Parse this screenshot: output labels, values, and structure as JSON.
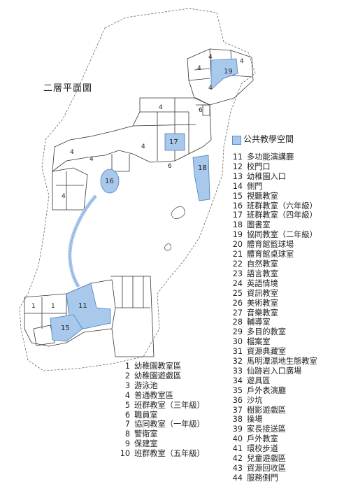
{
  "title": "二層平面圖",
  "legend": {
    "label": "公共教學空間",
    "color": "#a9c9ec"
  },
  "room_labels": {
    "r4a": "4",
    "r4b": "4",
    "r19": "19",
    "r4c": "4",
    "r4d": "4",
    "r6a": "6",
    "r4e": "4",
    "r17": "17",
    "r4f": "4",
    "r6b": "6",
    "r18": "18",
    "r4g": "4",
    "r4h": "4",
    "r16": "16",
    "r4i": "4",
    "r1a": "1",
    "r1b": "1",
    "r11": "11",
    "r15": "15"
  },
  "list_right": [
    {
      "num": "11",
      "label": "多功能演講廳"
    },
    {
      "num": "12",
      "label": "校門口"
    },
    {
      "num": "13",
      "label": "幼稚園入口"
    },
    {
      "num": "14",
      "label": "側門"
    },
    {
      "num": "15",
      "label": "視聽教室"
    },
    {
      "num": "16",
      "label": "班群教室（六年級）"
    },
    {
      "num": "17",
      "label": "班群教室（四年級）"
    },
    {
      "num": "18",
      "label": "圖書室"
    },
    {
      "num": "19",
      "label": "協同教室（二年級）"
    },
    {
      "num": "20",
      "label": "體育館籃球場"
    },
    {
      "num": "21",
      "label": "體育館桌球室"
    },
    {
      "num": "22",
      "label": "自然教室"
    },
    {
      "num": "23",
      "label": "語言教室"
    },
    {
      "num": "24",
      "label": "英語情境"
    },
    {
      "num": "25",
      "label": "資訊教室"
    },
    {
      "num": "26",
      "label": "美術教室"
    },
    {
      "num": "27",
      "label": "音樂教室"
    },
    {
      "num": "28",
      "label": "輔導室"
    },
    {
      "num": "29",
      "label": "多目的教室"
    },
    {
      "num": "30",
      "label": "檔案室"
    },
    {
      "num": "31",
      "label": "資源典藏室"
    },
    {
      "num": "32",
      "label": "馬明潭濕地生態教室"
    },
    {
      "num": "33",
      "label": "仙跡岩入口廣場"
    },
    {
      "num": "34",
      "label": "遊具區"
    },
    {
      "num": "35",
      "label": "戶外表演廳"
    },
    {
      "num": "36",
      "label": "沙坑"
    },
    {
      "num": "37",
      "label": "樹影遊戲區"
    },
    {
      "num": "38",
      "label": "操場"
    },
    {
      "num": "39",
      "label": "家長接送區"
    },
    {
      "num": "40",
      "label": "戶外教室"
    },
    {
      "num": "41",
      "label": "環校步道"
    },
    {
      "num": "42",
      "label": "兒童遊戲區"
    },
    {
      "num": "43",
      "label": "資源回收區"
    },
    {
      "num": "44",
      "label": "服務側門"
    }
  ],
  "list_left": [
    {
      "num": "1",
      "label": "幼稚園教室區"
    },
    {
      "num": "2",
      "label": "幼稚園遊戲區"
    },
    {
      "num": "3",
      "label": "游泳池"
    },
    {
      "num": "4",
      "label": "普通教室區"
    },
    {
      "num": "5",
      "label": "班群教室（三年級）"
    },
    {
      "num": "6",
      "label": "職員室"
    },
    {
      "num": "7",
      "label": "協同教室（一年級）"
    },
    {
      "num": "8",
      "label": "警衛室"
    },
    {
      "num": "9",
      "label": "保建室"
    },
    {
      "num": "10",
      "label": "班群教室（五年級）"
    }
  ]
}
